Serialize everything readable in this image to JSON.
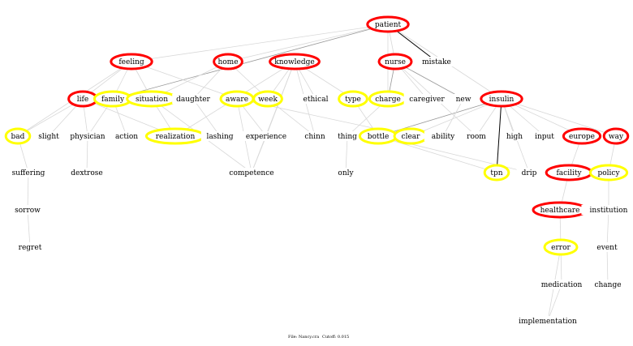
{
  "colors": {
    "red": "#ff0000",
    "yellow": "#ffff00",
    "edge_light": "#d8d8d8",
    "edge_mid": "#999999",
    "edge_dark": "#000000"
  },
  "footer": {
    "file": "File: Nancy.cra",
    "cutoff": "Cutoff: 0.015"
  },
  "nodes": [
    {
      "id": "patient",
      "ring": "red"
    },
    {
      "id": "feeling",
      "ring": "red"
    },
    {
      "id": "home",
      "ring": "red"
    },
    {
      "id": "knowledge",
      "ring": "red"
    },
    {
      "id": "nurse",
      "ring": "red"
    },
    {
      "id": "mistake",
      "ring": "none"
    },
    {
      "id": "life",
      "ring": "red"
    },
    {
      "id": "family",
      "ring": "yellow"
    },
    {
      "id": "situation",
      "ring": "yellow"
    },
    {
      "id": "daughter",
      "ring": "none"
    },
    {
      "id": "aware",
      "ring": "yellow"
    },
    {
      "id": "week",
      "ring": "yellow"
    },
    {
      "id": "ethical",
      "ring": "none"
    },
    {
      "id": "type",
      "ring": "yellow"
    },
    {
      "id": "charge",
      "ring": "yellow"
    },
    {
      "id": "caregiver",
      "ring": "none"
    },
    {
      "id": "new",
      "ring": "none"
    },
    {
      "id": "insulin",
      "ring": "red"
    },
    {
      "id": "bad",
      "ring": "yellow"
    },
    {
      "id": "slight",
      "ring": "none"
    },
    {
      "id": "physician",
      "ring": "none"
    },
    {
      "id": "action",
      "ring": "none"
    },
    {
      "id": "realization",
      "ring": "yellow"
    },
    {
      "id": "lashing",
      "ring": "none"
    },
    {
      "id": "experience",
      "ring": "none"
    },
    {
      "id": "chinn",
      "ring": "none"
    },
    {
      "id": "thing",
      "ring": "none"
    },
    {
      "id": "bottle",
      "ring": "yellow"
    },
    {
      "id": "clear",
      "ring": "yellow"
    },
    {
      "id": "ability",
      "ring": "none"
    },
    {
      "id": "room",
      "ring": "none"
    },
    {
      "id": "high",
      "ring": "none"
    },
    {
      "id": "input",
      "ring": "none"
    },
    {
      "id": "europe",
      "ring": "red"
    },
    {
      "id": "way",
      "ring": "red"
    },
    {
      "id": "suffering",
      "ring": "none"
    },
    {
      "id": "dextrose",
      "ring": "none"
    },
    {
      "id": "competence",
      "ring": "none"
    },
    {
      "id": "only",
      "ring": "none"
    },
    {
      "id": "tpn",
      "ring": "yellow"
    },
    {
      "id": "drip",
      "ring": "none"
    },
    {
      "id": "facility",
      "ring": "red"
    },
    {
      "id": "policy",
      "ring": "yellow"
    },
    {
      "id": "sorrow",
      "ring": "none"
    },
    {
      "id": "healthcare",
      "ring": "red"
    },
    {
      "id": "institution",
      "ring": "none"
    },
    {
      "id": "regret",
      "ring": "none"
    },
    {
      "id": "error",
      "ring": "yellow"
    },
    {
      "id": "event",
      "ring": "none"
    },
    {
      "id": "medication",
      "ring": "none"
    },
    {
      "id": "change",
      "ring": "none"
    },
    {
      "id": "implementation",
      "ring": "none"
    }
  ],
  "edges": [
    [
      "patient",
      "mistake",
      "dark"
    ],
    [
      "insulin",
      "tpn",
      "dark"
    ],
    [
      "patient",
      "family",
      "mid"
    ],
    [
      "nurse",
      "charge",
      "mid"
    ],
    [
      "nurse",
      "new",
      "mid"
    ],
    [
      "insulin",
      "bottle",
      "mid"
    ],
    [
      "patient",
      "feeling",
      "light"
    ],
    [
      "patient",
      "home",
      "light"
    ],
    [
      "patient",
      "charge",
      "light"
    ],
    [
      "patient",
      "nurse",
      "light"
    ],
    [
      "patient",
      "insulin",
      "light"
    ],
    [
      "feeling",
      "life",
      "light"
    ],
    [
      "feeling",
      "family",
      "light"
    ],
    [
      "feeling",
      "situation",
      "light"
    ],
    [
      "feeling",
      "aware",
      "light"
    ],
    [
      "feeling",
      "bad",
      "light"
    ],
    [
      "home",
      "daughter",
      "light"
    ],
    [
      "home",
      "week",
      "light"
    ],
    [
      "home",
      "situation",
      "light"
    ],
    [
      "knowledge",
      "ethical",
      "light"
    ],
    [
      "knowledge",
      "week",
      "light"
    ],
    [
      "knowledge",
      "experience",
      "light"
    ],
    [
      "knowledge",
      "competence",
      "light"
    ],
    [
      "knowledge",
      "chinn",
      "light"
    ],
    [
      "knowledge",
      "type",
      "light"
    ],
    [
      "knowledge",
      "realization",
      "light"
    ],
    [
      "life",
      "bad",
      "light"
    ],
    [
      "life",
      "slight",
      "light"
    ],
    [
      "life",
      "physician",
      "light"
    ],
    [
      "life",
      "realization",
      "light"
    ],
    [
      "family",
      "physician",
      "light"
    ],
    [
      "family",
      "action",
      "light"
    ],
    [
      "situation",
      "realization",
      "light"
    ],
    [
      "situation",
      "competence",
      "light"
    ],
    [
      "daughter",
      "lashing",
      "light"
    ],
    [
      "aware",
      "experience",
      "light"
    ],
    [
      "aware",
      "competence",
      "light"
    ],
    [
      "aware",
      "clear",
      "light"
    ],
    [
      "week",
      "chinn",
      "light"
    ],
    [
      "type",
      "bottle",
      "light"
    ],
    [
      "charge",
      "thing",
      "light"
    ],
    [
      "nurse",
      "caregiver",
      "light"
    ],
    [
      "nurse",
      "room",
      "light"
    ],
    [
      "bad",
      "suffering",
      "light"
    ],
    [
      "physician",
      "dextrose",
      "light"
    ],
    [
      "experience",
      "competence",
      "light"
    ],
    [
      "thing",
      "only",
      "light"
    ],
    [
      "insulin",
      "clear",
      "light"
    ],
    [
      "insulin",
      "room",
      "light"
    ],
    [
      "insulin",
      "high",
      "light"
    ],
    [
      "insulin",
      "input",
      "light"
    ],
    [
      "insulin",
      "europe",
      "light"
    ],
    [
      "insulin",
      "way",
      "light"
    ],
    [
      "insulin",
      "drip",
      "light"
    ],
    [
      "new",
      "ability",
      "light"
    ],
    [
      "bottle",
      "tpn",
      "light"
    ],
    [
      "bottle",
      "drip",
      "light"
    ],
    [
      "europe",
      "facility",
      "light"
    ],
    [
      "way",
      "policy",
      "light"
    ],
    [
      "facility",
      "healthcare",
      "light"
    ],
    [
      "policy",
      "institution",
      "light"
    ],
    [
      "healthcare",
      "error",
      "light"
    ],
    [
      "institution",
      "event",
      "light"
    ],
    [
      "event",
      "change",
      "light"
    ],
    [
      "error",
      "implementation",
      "light"
    ],
    [
      "error",
      "medication",
      "light"
    ],
    [
      "medication",
      "implementation",
      "light"
    ],
    [
      "suffering",
      "sorrow",
      "light"
    ],
    [
      "sorrow",
      "regret",
      "light"
    ]
  ]
}
